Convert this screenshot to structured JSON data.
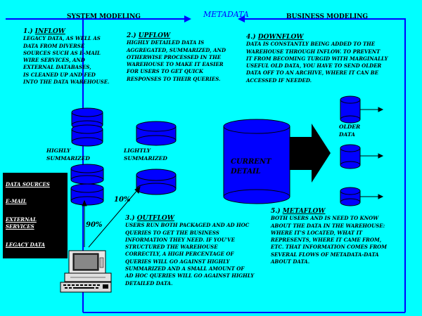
{
  "header": {
    "system_modeling": "SYSTEM MODELING",
    "metadata": "METADATA",
    "business_modeling": "BUSINESS MODELING"
  },
  "sections": {
    "inflow": {
      "num": "1.)",
      "title": "INFLOW",
      "body": "LEGACY DATA, AS WELL AS\nDATA FROM DIVERSE\nSOURCES SUCH AS E-MAIL\nWIRE SERVICES, AND\nEXTERNAL DATABASES,\nIS CLEANED UP AND FED\nINTO THE DATA WAREHOUSE."
    },
    "upflow": {
      "num": "2.)",
      "title": "UPFLOW",
      "body": "HIGHLY DETAILED DATA IS\nAGGREGATED, SUMMARIZED, AND\nOTHERWISE PROCESSED IN THE\nWAREHOUSE TO MAKE IT EASIER\nFOR USERS TO GET QUICK\nRESPONSES TO THEIR QUERIES."
    },
    "downflow": {
      "num": "4.)",
      "title": "DOWNFLOW",
      "body": "DATA IS CONSTANTLY BEING ADDED TO THE\nWAREHOUSE THROUGH INFLOW.  TO PREVENT\nIT FROM BECOMING TURGID WITH MARGINALLY\nUSEFUL OLD DATA, YOU HAVE TO SEND OLDER\nDATA OFF TO AN ARCHIVE, WHERE IT CAN BE\nACCESSED IF NEEDED."
    },
    "outflow": {
      "num": "3.)",
      "title": "OUTFLOW",
      "body": "USERS RUN BOTH PACKAGED AND AD HOC\nQUERIES TO GET THE BUSINESS\nINFORMATION THEY NEED.  IF YOU'VE\nSTRUCTURED THE WAREHOUSE\nCORRECTLY, A HIGH PERCENTAGE OF\nQUERIES WILL GO AGAINST HIGHLY\nSUMMARIZED AND A SMALL AMOUNT OF\nAD HOC QUERIES WILL GO AGAINST HIGHLY\nDETAILED DATA."
    },
    "metaflow": {
      "num": "5.)",
      "title": "METAFLOW",
      "body": "BOTH USERS AND IS NEED TO KNOW\nABOUT THE DATA IN THE WAREHOUSE:\nWHERE IT'S LOCATED, WHAT IT\nREPRESENTS, WHERE IT CAME FROM,\nETC.  THAT INFORMATION COMES FROM\nSEVERAL FLOWS OF METADATA-DATA\nABOUT DATA."
    }
  },
  "labels": {
    "highly_summarized": "HIGHLY\nSUMMARIZED",
    "lightly_summarized": "LIGHTLY\nSUMMARIZED",
    "current_detail": "CURRENT\nDETAIL",
    "older_data": "OLDER\nDATA",
    "pct_10": "10%",
    "pct_90": "90%"
  },
  "data_sources": {
    "heading": "DATA SOURCES",
    "items": [
      "E-MAIL",
      "EXTERNAL\nSERVICES",
      "LEGACY DATA"
    ]
  },
  "colors": {
    "background": "#00FFFF",
    "accent_blue": "#0000FF",
    "box_black": "#000000"
  }
}
